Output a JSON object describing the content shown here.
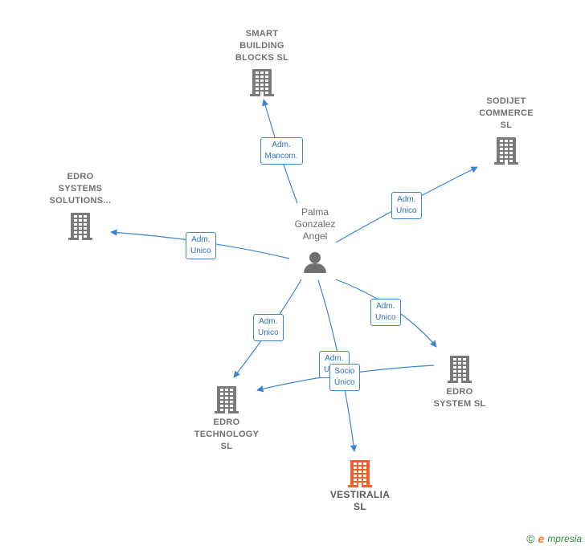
{
  "person": {
    "name": "Palma\nGonzalez\nAngel",
    "icon": "person-icon"
  },
  "companies": [
    {
      "id": "smart",
      "label": "SMART\nBUILDING\nBLOCKS  SL",
      "icon": "building-icon",
      "color": "#7a7a7a"
    },
    {
      "id": "sodijet",
      "label": "SODIJET\nCOMMERCE\nSL",
      "icon": "building-icon",
      "color": "#7a7a7a"
    },
    {
      "id": "edrosolutions",
      "label": "EDRO\nSYSTEMS\nSOLUTIONS...",
      "icon": "building-icon",
      "color": "#7a7a7a"
    },
    {
      "id": "edrosystem",
      "label": "EDRO\nSYSTEM  SL",
      "icon": "building-icon",
      "color": "#7a7a7a"
    },
    {
      "id": "edrotech",
      "label": "EDRO\nTECHNOLOGY\nSL",
      "icon": "building-icon",
      "color": "#7a7a7a"
    },
    {
      "id": "vestiralia",
      "label": "VESTIRALIA\nSL",
      "icon": "building-icon",
      "color": "#f0602c",
      "main": true
    }
  ],
  "edges": [
    {
      "from": "person",
      "to": "smart",
      "label": "Adm.\nMancom."
    },
    {
      "from": "person",
      "to": "sodijet",
      "label": "Adm.\nUnico"
    },
    {
      "from": "person",
      "to": "edrosolutions",
      "label": "Adm.\nUnico"
    },
    {
      "from": "person",
      "to": "edrosystem",
      "label": "Adm.\nUnico"
    },
    {
      "from": "person",
      "to": "edrotech",
      "label": "Adm.\nUnico"
    },
    {
      "from": "person",
      "to": "vestiralia",
      "label": "Adm.\nUnico"
    },
    {
      "from": "edrosystem",
      "to": "edrotech",
      "label": "Socio\nÚnico"
    }
  ],
  "credit": {
    "symbol": "©",
    "brand_initial": "e",
    "brand_rest": "mpresia"
  },
  "colors": {
    "edge": "#3b84d4",
    "building": "#7a7a7a",
    "main_building": "#f0602c",
    "person": "#6f6f6f"
  }
}
